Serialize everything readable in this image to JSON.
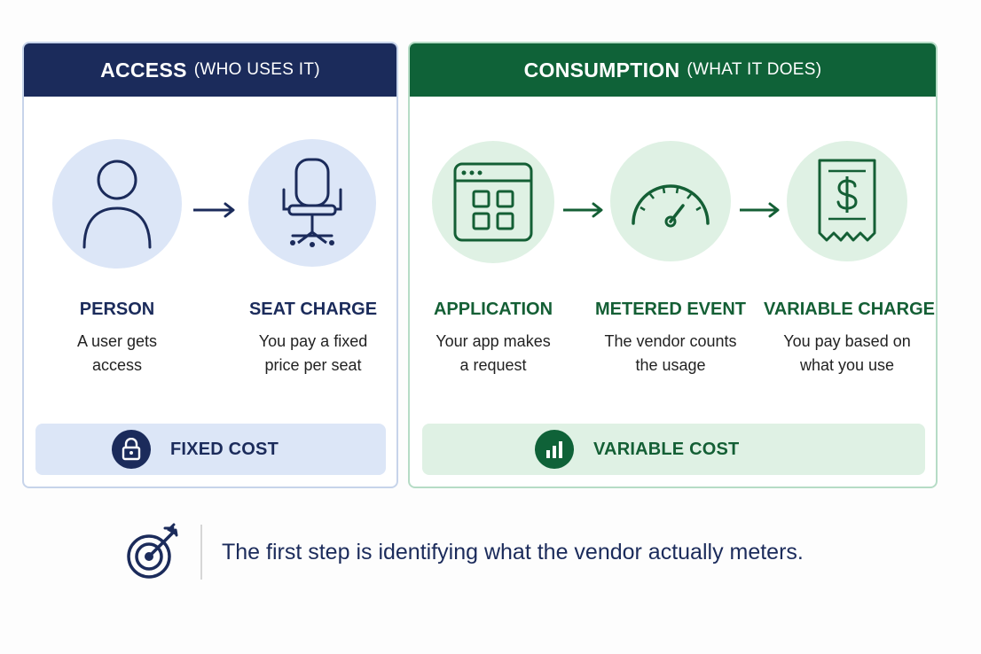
{
  "access": {
    "title": "ACCESS",
    "subtitle": "(WHO USES IT)",
    "steps": [
      {
        "title": "PERSON",
        "desc": "A user gets\naccess",
        "icon": "person-icon"
      },
      {
        "title": "SEAT CHARGE",
        "desc": "You pay a fixed\nprice per seat",
        "icon": "office-chair-icon"
      }
    ],
    "cost_label": "FIXED COST",
    "cost_icon": "lock-icon"
  },
  "consumption": {
    "title": "CONSUMPTION",
    "subtitle": "(WHAT IT DOES)",
    "steps": [
      {
        "title": "APPLICATION",
        "desc": "Your app makes\na request",
        "icon": "app-window-icon"
      },
      {
        "title": "METERED EVENT",
        "desc": "The vendor counts\nthe usage",
        "icon": "gauge-icon"
      },
      {
        "title": "VARIABLE CHARGE",
        "desc": "You pay based on\nwhat you use",
        "icon": "receipt-dollar-icon"
      }
    ],
    "cost_label": "VARIABLE COST",
    "cost_icon": "bar-chart-icon"
  },
  "footer": {
    "text": "The first step is identifying what the vendor actually meters.",
    "icon": "target-arrow-icon"
  },
  "colors": {
    "navy": "#1b2b5b",
    "green": "#0f6238",
    "light_blue": "#dce6f7",
    "light_green": "#dff1e4"
  }
}
